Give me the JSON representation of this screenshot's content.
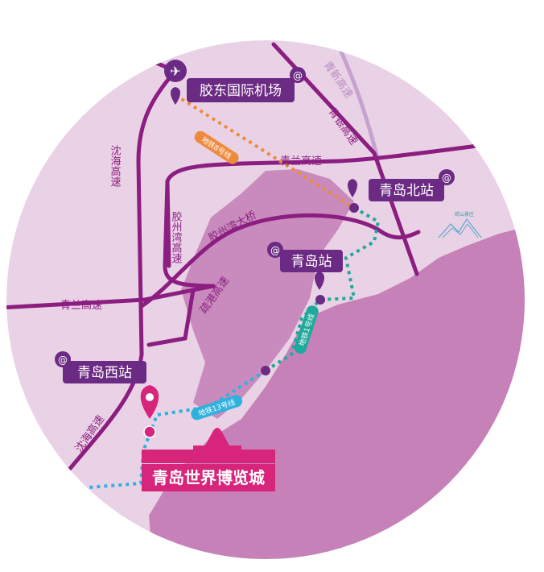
{
  "map": {
    "title": "青岛世界博览城",
    "stations": {
      "airport": "胶东国际机场",
      "north": "青岛北站",
      "central": "青岛站",
      "west": "青岛西站"
    },
    "roads": {
      "shenhai_top": "沈海高速",
      "shenhai_bottom": "沈海高速",
      "qinglan_top": "青兰高速",
      "qinglan_left": "青兰高速",
      "jiaozhouwan_hw": "胶州湾高速",
      "bridge": "胶州湾大桥",
      "shugang": "疏港高速",
      "qingyin": "青银高速",
      "qingxin": "青新高速"
    },
    "metro": {
      "line8": "地铁8号线",
      "line1": "地铁1号线",
      "line13": "地铁13号线"
    },
    "scenic": "崂山景区",
    "colors": {
      "land": "#ead2e6",
      "sea": "#c682b8",
      "road": "#8b1e80",
      "label_bg": "#6b2a83",
      "highlight": "#d6257a",
      "line8": "#ee8a3c",
      "line1": "#1fa99a",
      "line13": "#2fb1dd"
    }
  }
}
